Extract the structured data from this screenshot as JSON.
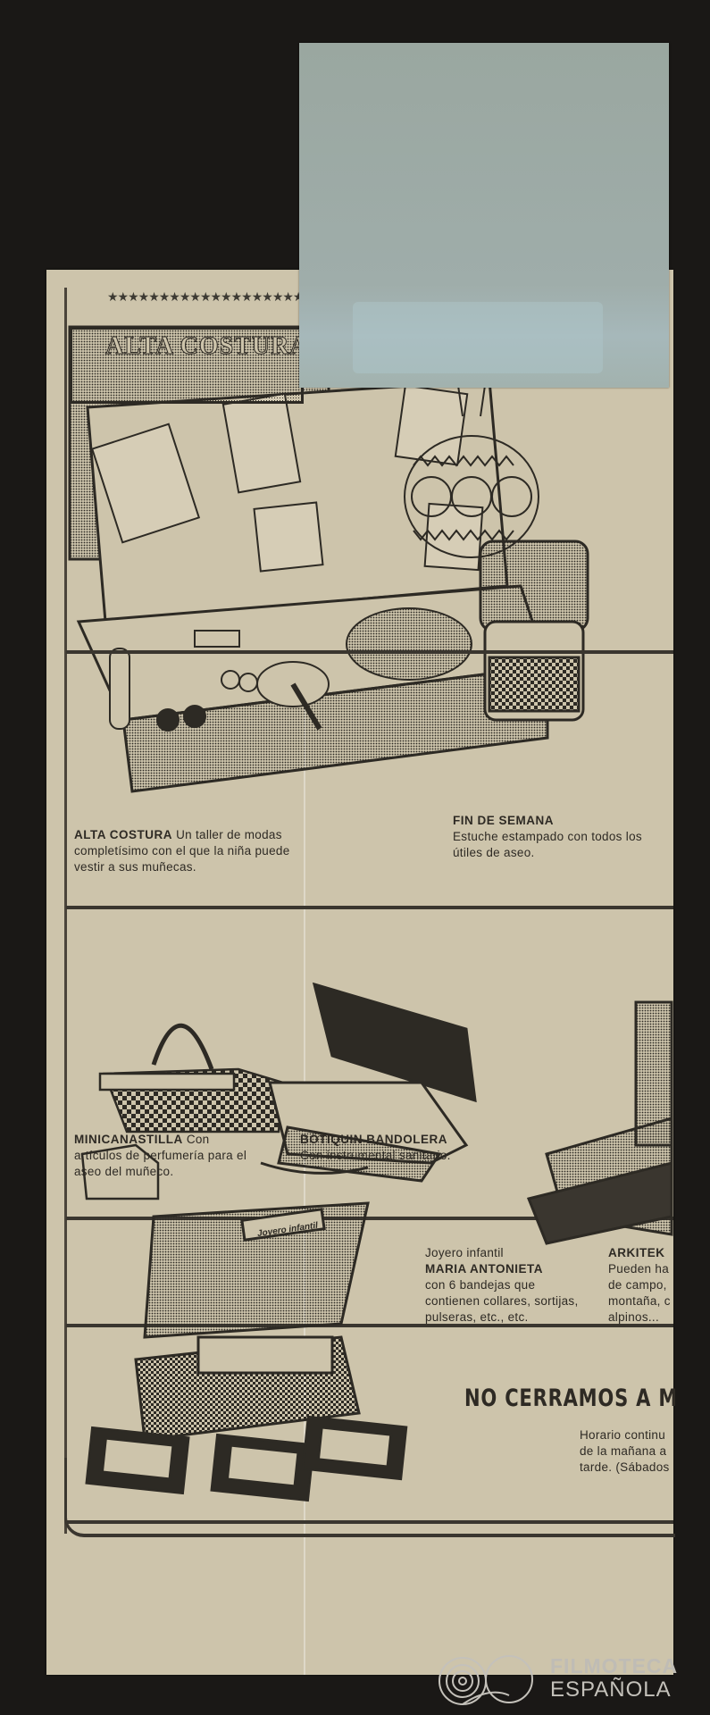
{
  "clipping": {
    "stars_decoration": "★★★★★★★★★★★★★★★★★★★★★★",
    "banner_title": "ALTA COSTURA",
    "products": [
      {
        "name": "ALTA COSTURA",
        "description": "Un taller de modas completísimo con el que la niña puede vestir a sus muñecas."
      },
      {
        "name": "FIN DE SEMANA",
        "description": "Estuche estampado con todos los útiles de aseo."
      },
      {
        "name": "MINICANASTILLA",
        "description": "Con artículos de perfumería para el aseo del muñeco."
      },
      {
        "name": "BOTIQUIN BANDOLERA",
        "description": "Con instrumental sanitario."
      },
      {
        "pre_label": "Joyero infantil",
        "name": "MARIA ANTONIETA",
        "description": "con 6 bandejas que contienen collares, sortijas, pulseras, etc., etc."
      },
      {
        "name": "ARKITEK",
        "description_lines": [
          "Pueden ha",
          "de campo,",
          "montaña, c",
          "alpinos..."
        ]
      }
    ],
    "jewelry_box_label": "Joyero infantil",
    "headline": "NO CERRAMOS A MI",
    "hours_lines": [
      "Horario continu",
      "de la mañana a",
      "tarde. (Sábados"
    ]
  },
  "watermark": {
    "line1": "FILMOTECA",
    "line2": "ESPAÑOLA"
  },
  "colors": {
    "paper": "#cdc4ab",
    "ink": "#2e2a24",
    "sticker": "#9fadaa",
    "background": "#1a1816"
  }
}
